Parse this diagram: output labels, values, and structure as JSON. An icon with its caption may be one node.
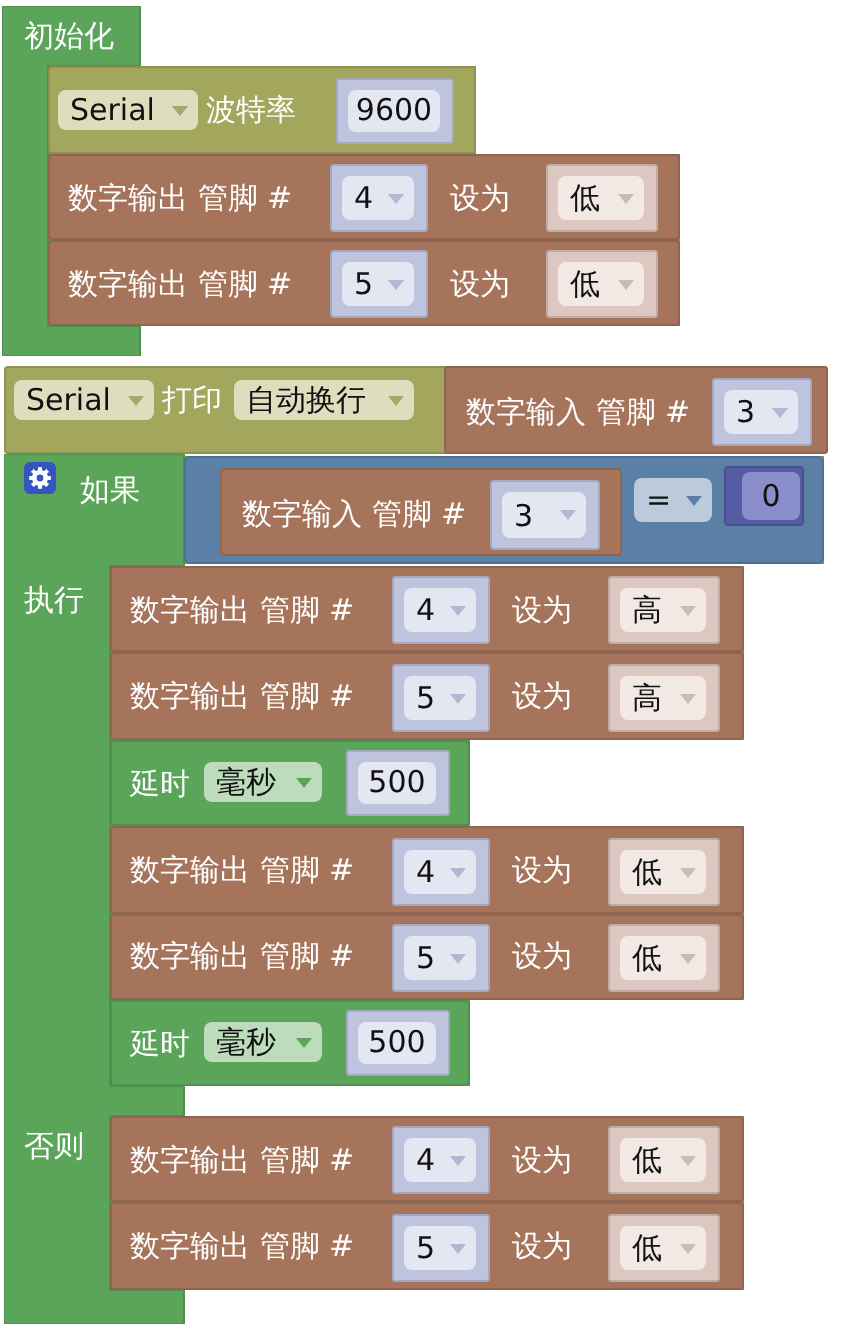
{
  "diagram": {
    "nodes": [
      {
        "text": [
          "初始化"
        ]
      },
      {
        "text": [
          "波特率"
        ],
        "in": 0
      },
      {
        "text": [
          "Serial"
        ],
        "in": 1
      },
      {
        "text": [
          "9600"
        ],
        "in": 1
      },
      {
        "text": [
          "数字输出 管脚 #",
          "设为"
        ],
        "in": 0
      },
      {
        "text": [
          "4"
        ],
        "in": 4
      },
      {
        "text": [
          "低"
        ],
        "in": 4
      },
      {
        "text": [
          "数字输出 管脚 #",
          "设为"
        ],
        "in": 0
      },
      {
        "text": [
          "5"
        ],
        "in": 7
      },
      {
        "text": [
          "低"
        ],
        "in": 7
      },
      {
        "text": [
          "打印"
        ]
      },
      {
        "text": [
          "Serial"
        ],
        "in": 10
      },
      {
        "text": [
          "自动换行"
        ],
        "in": 10
      },
      {
        "text": [
          "数字输入 管脚 #"
        ],
        "in": 10
      },
      {
        "text": [
          "3"
        ],
        "in": 13
      },
      {
        "text": [
          "如果",
          "执行",
          "否则"
        ]
      },
      {
        "text": [],
        "shape": "box",
        "in": 15
      },
      {
        "text": [
          "数字输入 管脚 #"
        ],
        "in": 16
      },
      {
        "text": [
          "3"
        ],
        "in": 17
      },
      {
        "text": [
          "="
        ],
        "in": 16
      },
      {
        "text": [
          "0"
        ],
        "in": 16
      },
      {
        "text": [
          "数字输出 管脚 #",
          "设为"
        ],
        "in": 15
      },
      {
        "text": [
          "4"
        ],
        "in": 21
      },
      {
        "text": [
          "高"
        ],
        "in": 21
      },
      {
        "text": [
          "数字输出 管脚 #",
          "设为"
        ],
        "in": 15
      },
      {
        "text": [
          "5"
        ],
        "in": 24
      },
      {
        "text": [
          "高"
        ],
        "in": 24
      },
      {
        "text": [
          "延时"
        ],
        "in": 15
      },
      {
        "text": [
          "毫秒"
        ],
        "in": 27
      },
      {
        "text": [
          "500"
        ],
        "in": 27
      },
      {
        "text": [
          "数字输出 管脚 #",
          "设为"
        ],
        "in": 15
      },
      {
        "text": [
          "4"
        ],
        "in": 30
      },
      {
        "text": [
          "低"
        ],
        "in": 30
      },
      {
        "text": [
          "数字输出 管脚 #",
          "设为"
        ],
        "in": 15
      },
      {
        "text": [
          "5"
        ],
        "in": 33
      },
      {
        "text": [
          "低"
        ],
        "in": 33
      },
      {
        "text": [
          "延时"
        ],
        "in": 15
      },
      {
        "text": [
          "毫秒"
        ],
        "in": 36
      },
      {
        "text": [
          "500"
        ],
        "in": 36
      },
      {
        "text": [
          "数字输出 管脚 #",
          "设为"
        ],
        "in": 15
      },
      {
        "text": [
          "4"
        ],
        "in": 39
      },
      {
        "text": [
          "低"
        ],
        "in": 39
      },
      {
        "text": [
          "数字输出 管脚 #",
          "设为"
        ],
        "in": 15
      },
      {
        "text": [
          "5"
        ],
        "in": 42
      },
      {
        "text": [
          "低"
        ],
        "in": 42
      }
    ]
  }
}
